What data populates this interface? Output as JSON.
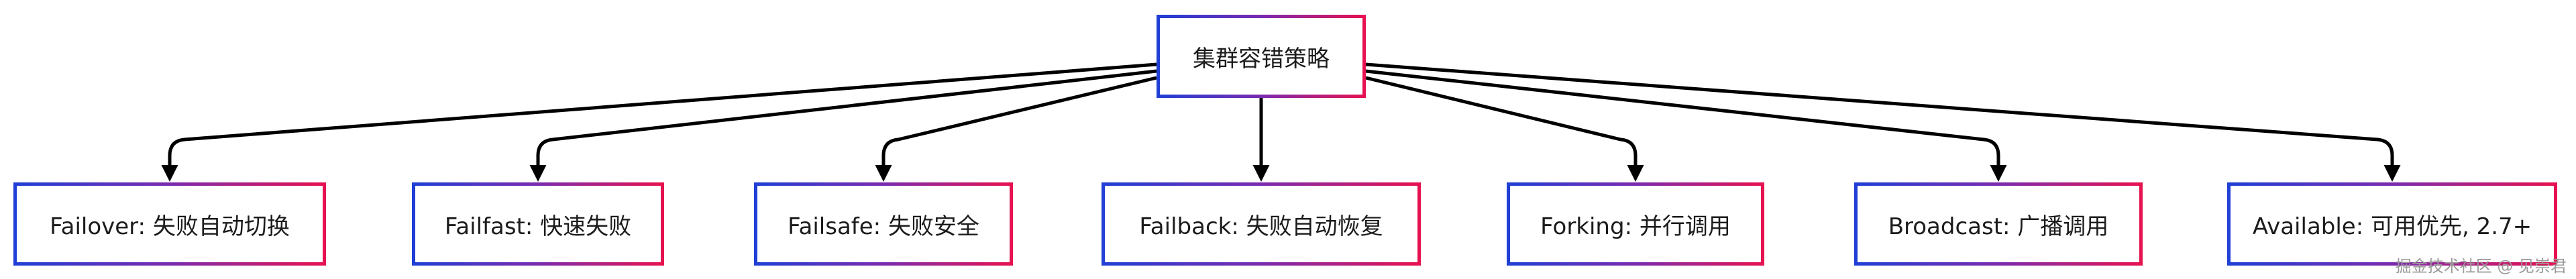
{
  "diagram": {
    "root": {
      "label": "集群容错策略"
    },
    "children": [
      {
        "key": "failover",
        "label": "Failover: 失败自动切换"
      },
      {
        "key": "failfast",
        "label": "Failfast: 快速失败"
      },
      {
        "key": "failsafe",
        "label": "Failsafe: 失败安全"
      },
      {
        "key": "failback",
        "label": "Failback: 失败自动恢复"
      },
      {
        "key": "forking",
        "label": "Forking: 并行调用"
      },
      {
        "key": "broadcast",
        "label": "Broadcast: 广播调用"
      },
      {
        "key": "available",
        "label": "Available: 可用优先, 2.7+"
      }
    ],
    "edge_color": "#000000",
    "border_gradient": [
      "#1f3fd6",
      "#e8124f"
    ]
  },
  "watermark": "掘金技术社区 @ 见崇君"
}
